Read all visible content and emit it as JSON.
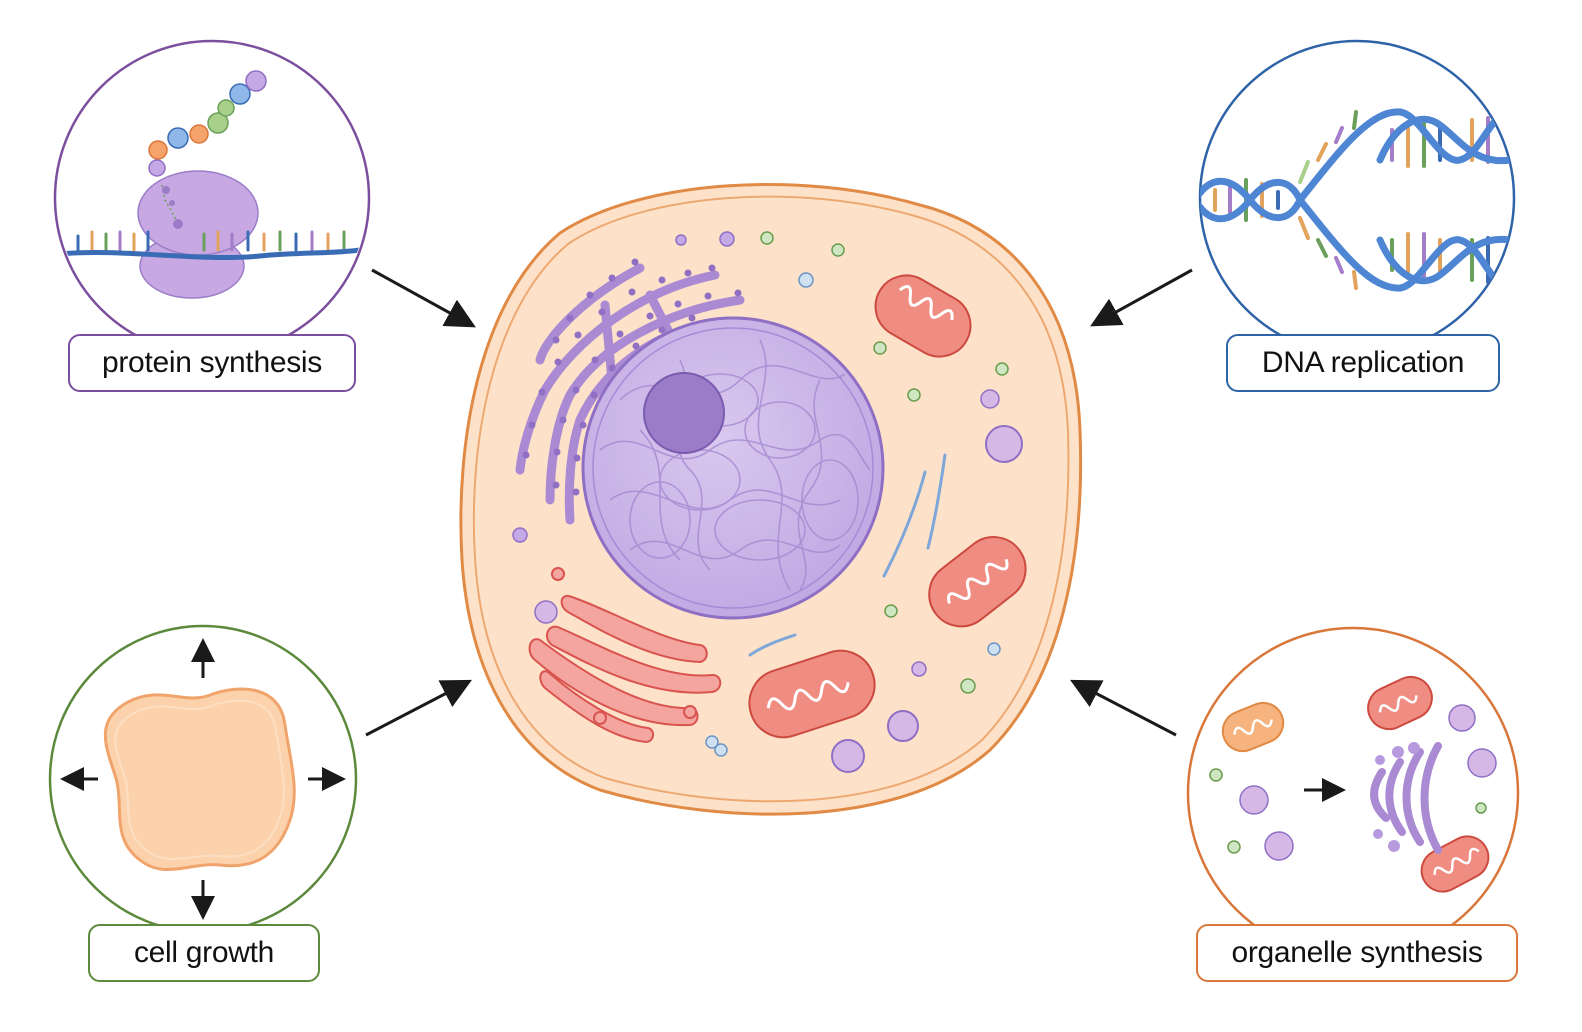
{
  "labels": {
    "protein_synthesis": "protein synthesis",
    "dna_replication": "DNA replication",
    "cell_growth": "cell growth",
    "organelle_synthesis": "organelle synthesis"
  },
  "colors": {
    "protein": "#7b4e9e",
    "dna": "#2f63a8",
    "growth": "#5c8a3c",
    "organelle": "#d9773a",
    "cytoplasm": "#fde2c9",
    "membrane": "#e08a45",
    "nucleus": "#c9b3e6",
    "mitochondria": "#e2675c",
    "arrow": "#1a1a1a"
  }
}
